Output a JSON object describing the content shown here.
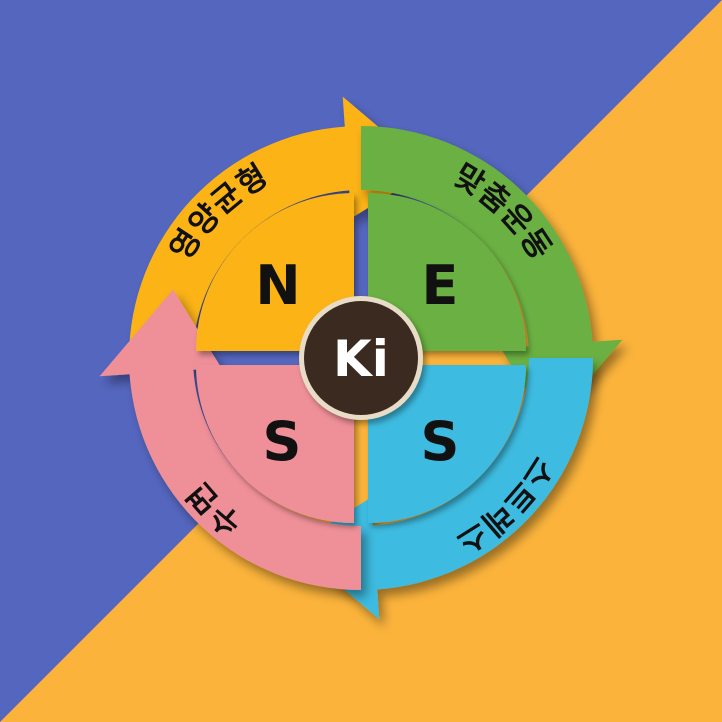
{
  "colors": {
    "background_blue": "#5566bf",
    "background_orange": "#fbb33b",
    "yellow": "#fbb315",
    "green": "#6ab042",
    "blue": "#3ebbe0",
    "pink": "#ef8f98",
    "hub": "#3a2a1f",
    "hub_ring": "#e9dcc6"
  },
  "arrows": [
    {
      "label": "영양균형",
      "color": "yellow"
    },
    {
      "label": "맞춤운동",
      "color": "green"
    },
    {
      "label": "스트레스",
      "color": "blue"
    },
    {
      "label": "수면",
      "color": "pink"
    }
  ],
  "quadrants": [
    {
      "letter": "N",
      "color": "yellow"
    },
    {
      "letter": "E",
      "color": "green"
    },
    {
      "letter": "S",
      "color": "blue"
    },
    {
      "letter": "S",
      "color": "pink"
    }
  ],
  "hub": {
    "label": "Ki"
  }
}
